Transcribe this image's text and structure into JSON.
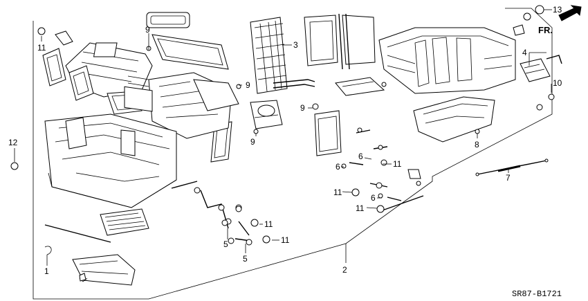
{
  "diagram": {
    "code": "SR87-B1721",
    "direction_label": "FR.",
    "callouts": {
      "c1": "1",
      "c2": "2",
      "c3": "3",
      "c4": "4",
      "c5a": "5",
      "c5b": "5",
      "c6a": "6",
      "c6b": "6",
      "c6c": "6",
      "c7": "7",
      "c8": "8",
      "c9a": "9",
      "c9b": "9",
      "c9c": "9",
      "c9d": "9",
      "c10": "10",
      "c11a": "11",
      "c11b": "11",
      "c11c": "11",
      "c11d": "11",
      "c11e": "11",
      "c11f": "11",
      "c12": "12",
      "c13": "13"
    }
  }
}
